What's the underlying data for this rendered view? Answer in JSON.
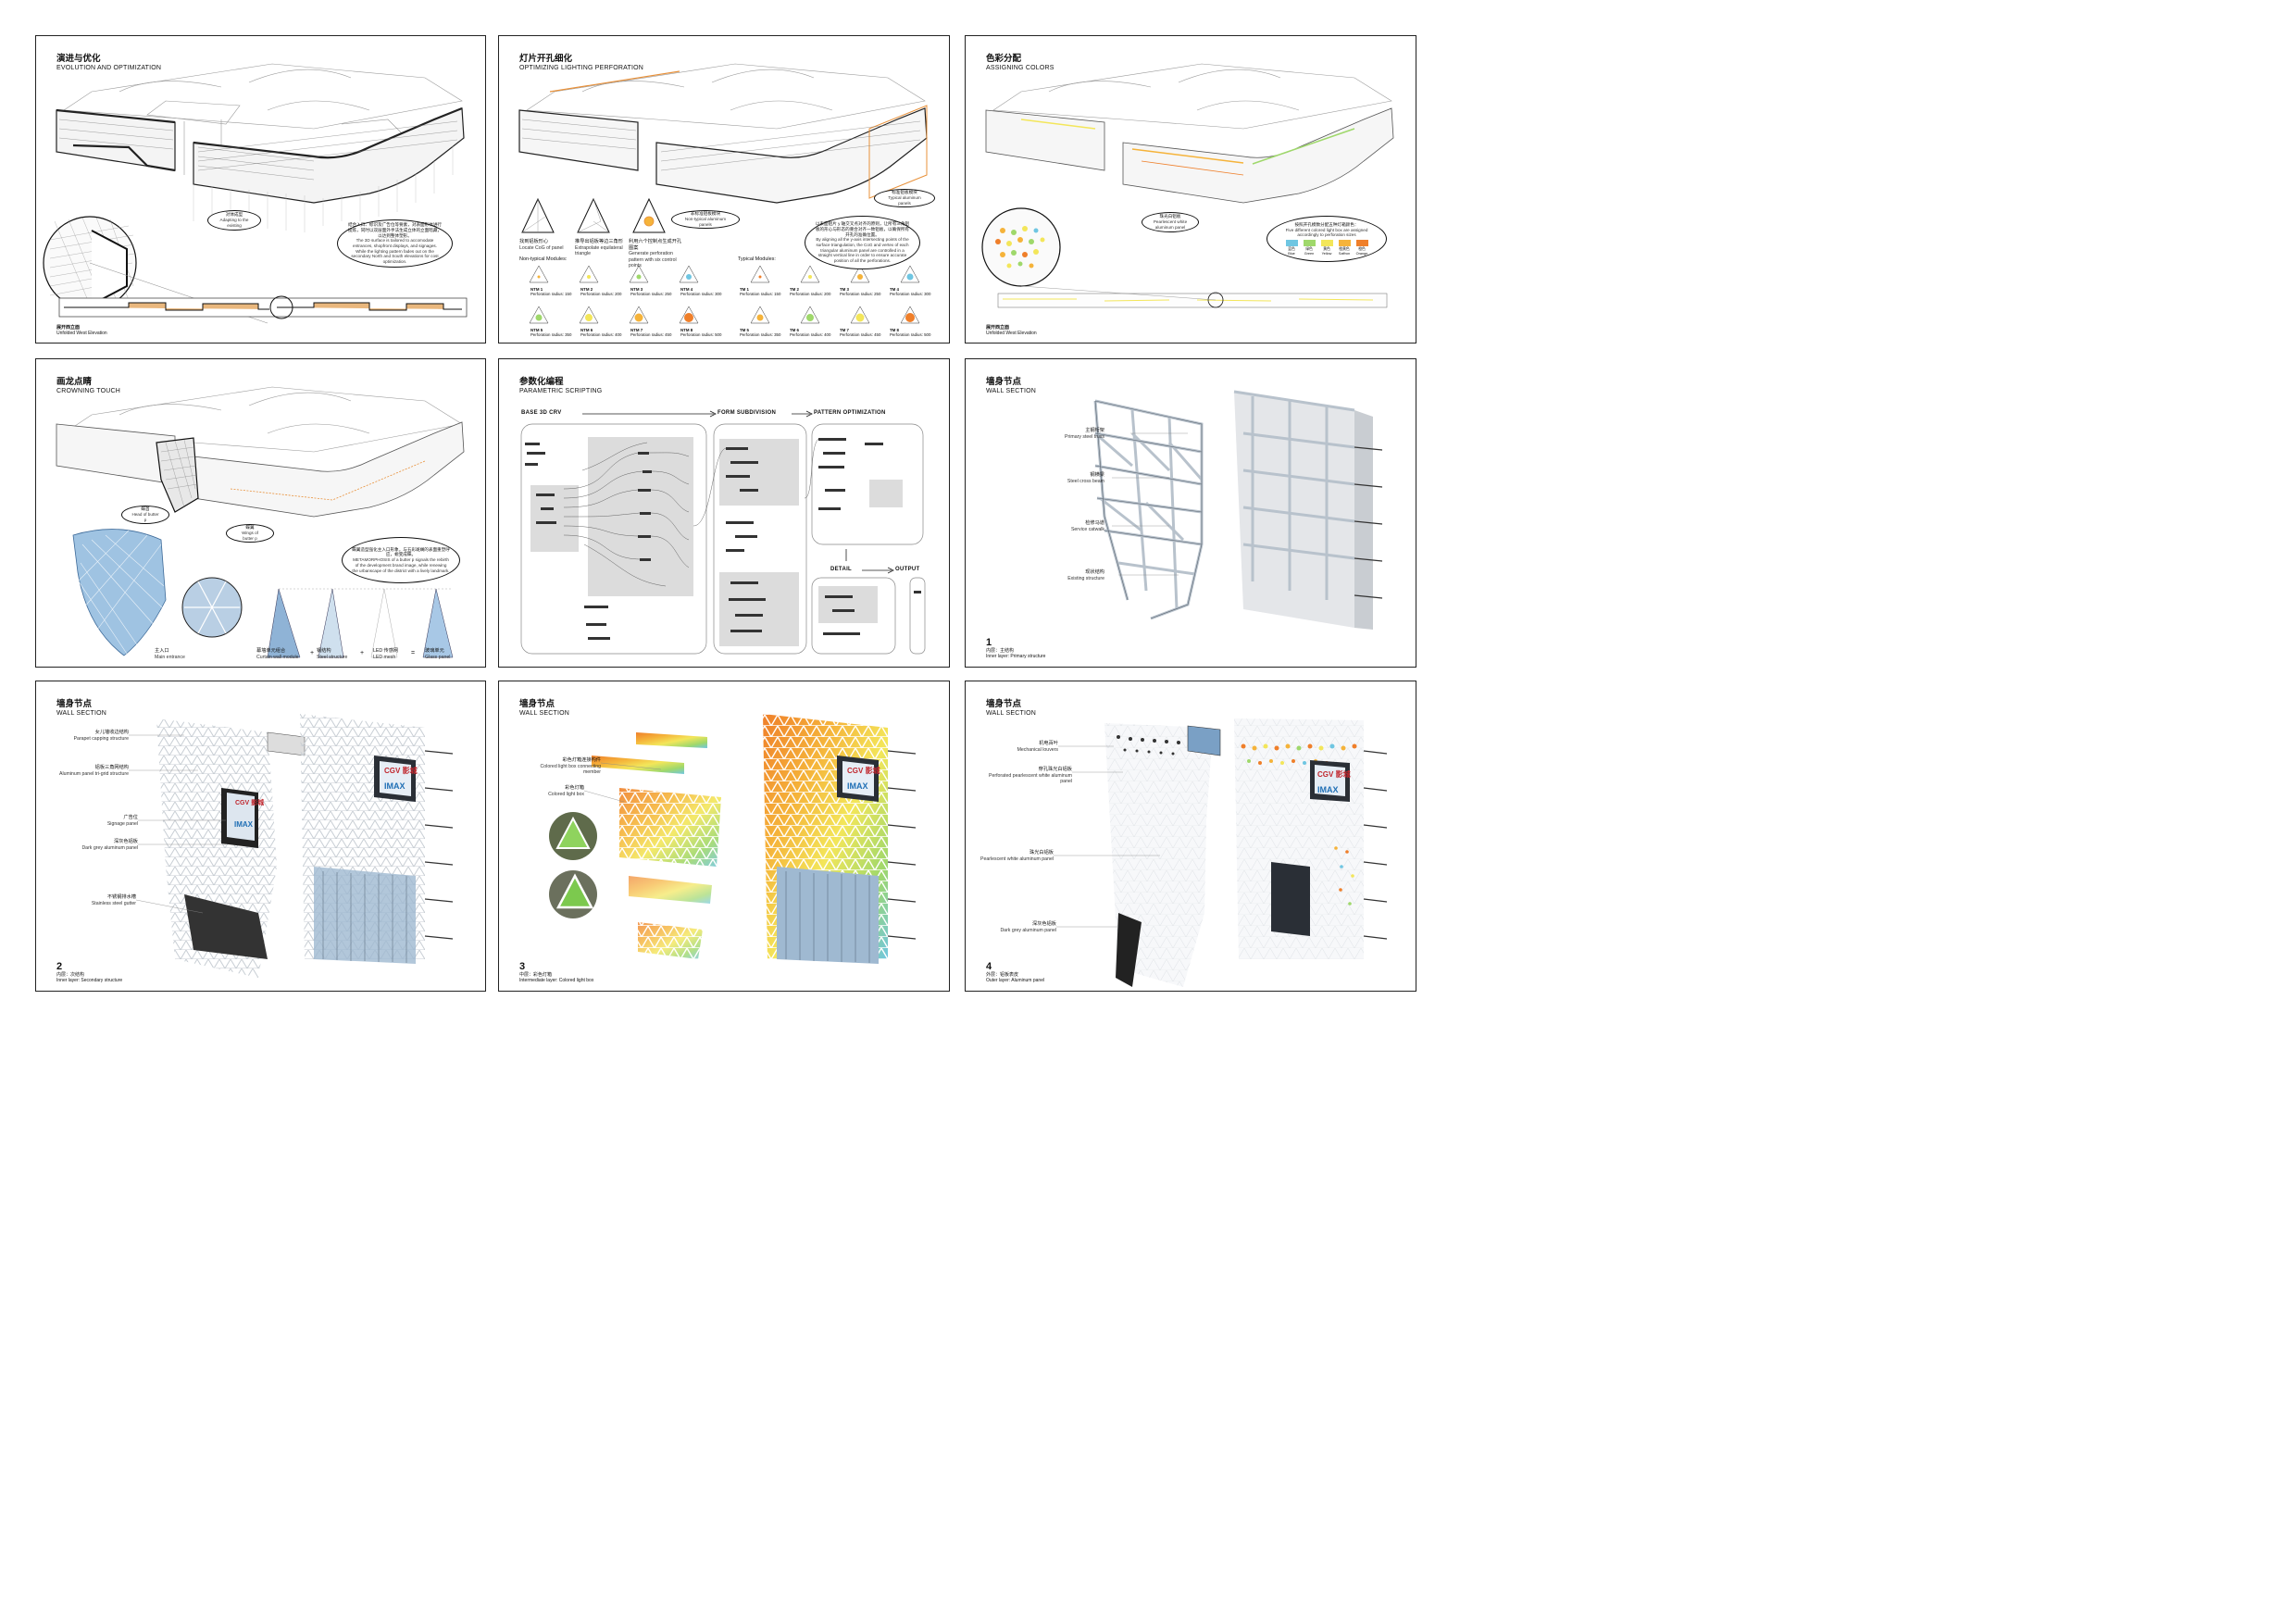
{
  "panels": [
    {
      "id": "p1",
      "title_cn": "演进与优化",
      "title_en": "EVOLUTION AND OPTIMIZATION",
      "callout_left_cn": "对体成型",
      "callout_left_en": "Adapting to the existing",
      "callout_right_cn": "结合入口、标识及广告位等要素，对表面形体进行提炼，同时以双层面外手法生成立体的立面暗藏，以达到整体塑形。",
      "callout_right_en": "The 3D surface is tailored to accomodate entrances, shopfront displays, and signages. While the lighting pattern fades out on the secondary North and South elevations for cost optimization.",
      "caption_cn": "展开西立面",
      "caption_en": "Unfolded West Elevation"
    },
    {
      "id": "p2",
      "title_cn": "灯片开孔细化",
      "title_en": "OPTIMIZING LIGHTING PERFORATION",
      "callout_typical_cn": "标准铝板模块",
      "callout_typical_en": "Typical aluminum panels",
      "callout_nontypical_cn": "非标准铝板模块",
      "callout_nontypical_en": "Non-typical aluminum panels",
      "callout_right_cn": "以表面铝片 y 轴交叉点对齐的原则，让所有三角铝板的形心与形态的重合对齐一致铝板，以确保所有开孔的准确位置。",
      "callout_right_en": "By aligning all the y-axis intersecting points of the surface triangulation, the CoG and vertex of each triangular aluminum panel are controlled in a straight vertical line in order to ensure accurate position of all the perforations.",
      "steps": [
        {
          "cn": "找到铝板形心",
          "en": "Locate CoG of panel"
        },
        {
          "cn": "推导出铝板等边三角形",
          "en": "Extrapolate equilateral triangle"
        },
        {
          "cn": "利用六个控制点生成开孔图案",
          "en": "Generate perforation pattern with six control points"
        }
      ],
      "nontypical_heading": "Non-typical Modules:",
      "typical_heading": "Typical Modules:",
      "nontypical": [
        {
          "name": "NTM 1",
          "radius": "Perforation radius: 150"
        },
        {
          "name": "NTM 2",
          "radius": "Perforation radius: 200"
        },
        {
          "name": "NTM 3",
          "radius": "Perforation radius: 250"
        },
        {
          "name": "NTM 4",
          "radius": "Perforation radius: 300"
        },
        {
          "name": "NTM 5",
          "radius": "Perforation radius: 350"
        },
        {
          "name": "NTM 6",
          "radius": "Perforation radius: 400"
        },
        {
          "name": "NTM 7",
          "radius": "Perforation radius: 450"
        },
        {
          "name": "NTM 8",
          "radius": "Perforation radius: 500"
        }
      ],
      "typical": [
        {
          "name": "TM 1",
          "radius": "Perforation radius: 150"
        },
        {
          "name": "TM 2",
          "radius": "Perforation radius: 200"
        },
        {
          "name": "TM 3",
          "radius": "Perforation radius: 250"
        },
        {
          "name": "TM 4",
          "radius": "Perforation radius: 300"
        },
        {
          "name": "TM 5",
          "radius": "Perforation radius: 350"
        },
        {
          "name": "TM 6",
          "radius": "Perforation radius: 400"
        },
        {
          "name": "TM 7",
          "radius": "Perforation radius: 450"
        },
        {
          "name": "TM 8",
          "radius": "Perforation radius: 500"
        }
      ]
    },
    {
      "id": "p3",
      "title_cn": "色彩分配",
      "title_en": "ASSIGNING COLORS",
      "callout_panel_cn": "珠光白铝板",
      "callout_panel_en": "Pearlescent white aluminum panel",
      "callout_right_cn": "按照开孔模数分配五种灯箱颜色：",
      "callout_right_en": "Five different colored light box are assigned accordingly to perforation sizes",
      "swatches": [
        {
          "cn": "蓝色",
          "en": "Blue",
          "color": "#6fc6e2"
        },
        {
          "cn": "绿色",
          "en": "Green",
          "color": "#9fd86b"
        },
        {
          "cn": "黄色",
          "en": "Yellow",
          "color": "#f3e65a"
        },
        {
          "cn": "橙黄色",
          "en": "Saffron",
          "color": "#f5b33a"
        },
        {
          "cn": "橙色",
          "en": "Orange",
          "color": "#ef7f2a"
        }
      ],
      "caption_cn": "展开西立面",
      "caption_en": "Unfolded West Elevation"
    },
    {
      "id": "p4",
      "title_cn": "画龙点睛",
      "title_en": "CROWNING TOUCH",
      "callout_head_cn": "蝶首",
      "callout_head_en": "Head of butter p",
      "callout_wing_cn": "蝶翼",
      "callout_wing_en": "Wings of butter p",
      "callout_right_cn": "蝶翼造型强化主入口形象，与五彩斑斓的表面重塑呼应，蜕变成蝶。",
      "callout_right_en": "METAMORPHOSIS of a butter p signals the rebirth of the development brand image, while renewing the urbanscape of the district with a lively landmark.",
      "entrance_cn": "主入口",
      "entrance_en": "Main entrance",
      "modules": [
        {
          "cn": "幕墙单元组合",
          "en": "Curtain wall module"
        },
        {
          "cn": "钢结构",
          "en": "Steel structure"
        },
        {
          "cn": "LED 传感网",
          "en": "LED mesh"
        },
        {
          "cn": "玻璃单元",
          "en": "Glass panel"
        }
      ],
      "plus": "+",
      "equals": "="
    },
    {
      "id": "p5",
      "title_cn": "参数化编程",
      "title_en": "PARAMETRIC SCRIPTING",
      "flow": [
        "BASE 3D CRV",
        "FORM SUBDIVISION",
        "PATTERN OPTIMIZATION",
        "DETAIL",
        "OUTPUT"
      ]
    },
    {
      "id": "p6",
      "title_cn": "墙身节点",
      "title_en": "WALL SECTION",
      "labels": [
        {
          "cn": "主钢桁架",
          "en": "Primary steel truss"
        },
        {
          "cn": "钢横梁",
          "en": "Steel cross beam"
        },
        {
          "cn": "检修马道",
          "en": "Service catwalk"
        },
        {
          "cn": "现状结构",
          "en": "Existing structure"
        }
      ],
      "number": "1",
      "caption_cn": "内层：主结构",
      "caption_en": "Inner layer: Primary structure"
    },
    {
      "id": "p7",
      "title_cn": "墙身节点",
      "title_en": "WALL SECTION",
      "labels": [
        {
          "cn": "女儿墙收边结构",
          "en": "Parapet capping structure"
        },
        {
          "cn": "铝板三角网结构",
          "en": "Aluminum panel tri-grid structure"
        },
        {
          "cn": "广告位",
          "en": "Signage panel"
        },
        {
          "cn": "深灰色铝板",
          "en": "Dark grey aluminum panel"
        },
        {
          "cn": "不锈钢排水槽",
          "en": "Stainless steel gutter"
        }
      ],
      "sign_logo": "CGV",
      "sign_cn": "影城",
      "sign_imax": "IMAX",
      "number": "2",
      "caption_cn": "内层：次结构",
      "caption_en": "Inner layer: Secondary structure"
    },
    {
      "id": "p8",
      "title_cn": "墙身节点",
      "title_en": "WALL SECTION",
      "labels": [
        {
          "cn": "彩色灯箱连接构件",
          "en": "Colored light box connecting member"
        },
        {
          "cn": "彩色灯箱",
          "en": "Colored light box"
        }
      ],
      "sign_logo": "CGV",
      "sign_cn": "影城",
      "sign_imax": "IMAX",
      "number": "3",
      "caption_cn": "中层：彩色灯箱",
      "caption_en": "Intermediate layer: Colored light box"
    },
    {
      "id": "p9",
      "title_cn": "墙身节点",
      "title_en": "WALL SECTION",
      "labels": [
        {
          "cn": "机电百叶",
          "en": "Mechanical louvers"
        },
        {
          "cn": "穿孔珠光白铝板",
          "en": "Perforated pearlescent white aluminum panel"
        },
        {
          "cn": "珠光白铝板",
          "en": "Pearlescent white aluminum panel"
        },
        {
          "cn": "深灰色铝板",
          "en": "Dark grey aluminum panel"
        }
      ],
      "sign_logo": "CGV",
      "sign_cn": "影城",
      "sign_imax": "IMAX",
      "number": "4",
      "caption_cn": "外层：铝板表皮",
      "caption_en": "Outer layer: Aluminum panel"
    }
  ],
  "colors": {
    "accent_orange": "#e8913a",
    "blue": "#6fc6e2",
    "green": "#9fd86b",
    "yellow": "#f3e65a",
    "saffron": "#f5b33a",
    "orange": "#ef7f2a",
    "glass": "#8fb3d6"
  }
}
